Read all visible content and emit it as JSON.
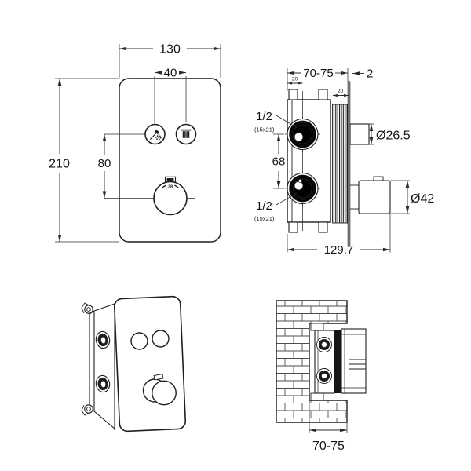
{
  "colors": {
    "line": "#1f1f1f",
    "dimension": "#2b2b2b",
    "seal_black": "#161616",
    "background": "#ffffff"
  },
  "front_view": {
    "width_mm": "130",
    "button_spacing_mm": "40",
    "height_mm": "210",
    "button_to_knob_mm": "80",
    "temperature_stop": "38",
    "icons": {
      "left_button": "handshower-icon",
      "right_button": "rainshower-icon",
      "control": "temperature-knob"
    }
  },
  "side_view": {
    "embed_depth_mm": "70-75",
    "faceplate_thickness_mm": "2",
    "edge_to_inlet_mm": "20",
    "seal_thickness_mm": "20",
    "top_inlet_thread": "1/2",
    "top_inlet_size": "(15x21)",
    "inlet_spacing_mm": "68",
    "bottom_inlet_thread": "1/2",
    "bottom_inlet_size": "(15x21)",
    "button_diameter": "Ø26.5",
    "knob_diameter": "Ø42",
    "total_depth_mm": "129.7"
  },
  "installation_view": {
    "embed_depth_mm": "70-75"
  }
}
